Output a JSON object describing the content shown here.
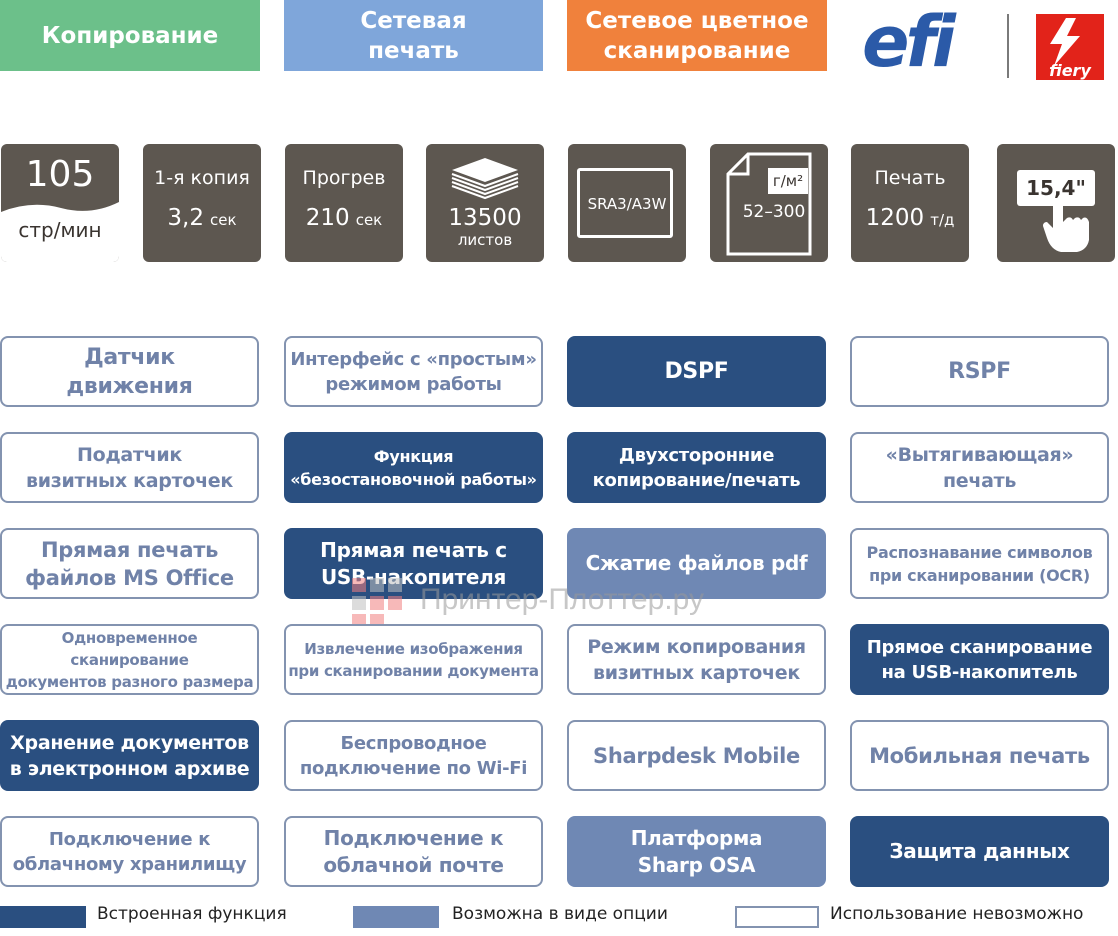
{
  "header": {
    "copy": "Копирование",
    "net_print": "Сетевая\nпечать",
    "net_scan": "Сетевое цветное\nсканирование",
    "efi_logo": "efi",
    "fiery_logo": "fiery"
  },
  "colors": {
    "copy": "#6cc08a",
    "net_print": "#7fa6da",
    "net_scan": "#f0813c",
    "tile": "#5d5750",
    "builtin": "#2a4f80",
    "option": "#6f88b4",
    "none_border": "#8393b0",
    "none_text": "#7082a8",
    "efi_blue": "#2b5aa8",
    "fiery_red": "#e2231a"
  },
  "specs": {
    "speed_value": "105",
    "speed_unit": "стр/мин",
    "first_copy_label": "1-я копия",
    "first_copy_value": "3,2",
    "first_copy_unit": "сек",
    "warmup_label": "Прогрев",
    "warmup_value": "210",
    "warmup_unit": "сек",
    "capacity_value": "13500",
    "capacity_unit": "листов",
    "paper_size": "SRA3/A3W",
    "paper_weight_unit": "г/м²",
    "paper_weight_range": "52–300",
    "resolution_label": "Печать",
    "resolution_value": "1200",
    "resolution_unit": "т/д",
    "screen_size": "15,4\""
  },
  "features": [
    {
      "label": "Датчик\nдвижения",
      "status": "none",
      "size": 22
    },
    {
      "label": "Интерфейс с «простым»\nрежимом работы",
      "status": "none",
      "size": 18
    },
    {
      "label": "DSPF",
      "status": "builtin",
      "size": 22
    },
    {
      "label": "RSPF",
      "status": "none",
      "size": 22
    },
    {
      "label": "Податчик\nвизитных карточек",
      "status": "none",
      "size": 19
    },
    {
      "label": "Функция\n«безостановочной работы»",
      "status": "builtin",
      "size": 16
    },
    {
      "label": "Двухсторонние\nкопирование/печать",
      "status": "builtin",
      "size": 18
    },
    {
      "label": "«Вытягивающая»\nпечать",
      "status": "none",
      "size": 19
    },
    {
      "label": "Прямая печать\nфайлов MS Office",
      "status": "none",
      "size": 21
    },
    {
      "label": "Прямая печать с\nUSB-накопителя",
      "status": "builtin",
      "size": 20
    },
    {
      "label": "Сжатие файлов pdf",
      "status": "option",
      "size": 20
    },
    {
      "label": "Распознавание символов\nпри сканировании (OCR)",
      "status": "none",
      "size": 16
    },
    {
      "label": "Одновременное сканирование\nдокументов разного размера",
      "status": "none",
      "size": 15
    },
    {
      "label": "Извлечение изображения\nпри сканировании документа",
      "status": "none",
      "size": 15
    },
    {
      "label": "Режим копирования\nвизитных карточек",
      "status": "none",
      "size": 19
    },
    {
      "label": "Прямое сканирование\nна  USB-накопитель",
      "status": "builtin",
      "size": 18
    },
    {
      "label": "Хранение документов\nв электронном архиве",
      "status": "builtin",
      "size": 19
    },
    {
      "label": "Беспроводное\nподключение по Wi-Fi",
      "status": "none",
      "size": 18
    },
    {
      "label": "Sharpdesk Mobile",
      "status": "none",
      "size": 21
    },
    {
      "label": "Мобильная печать",
      "status": "none",
      "size": 21
    },
    {
      "label": "Подключение к\nоблачному хранилищу",
      "status": "none",
      "size": 18
    },
    {
      "label": "Подключение к\nоблачной почте",
      "status": "none",
      "size": 20
    },
    {
      "label": "Платформа\nSharp OSA",
      "status": "option",
      "size": 20
    },
    {
      "label": "Защита данных",
      "status": "builtin",
      "size": 20
    }
  ],
  "legend": {
    "builtin": "Встроенная функция",
    "option": "Возможна в виде опции",
    "none": "Использование невозможно"
  },
  "watermark": "Принтер-Плоттер.ру"
}
